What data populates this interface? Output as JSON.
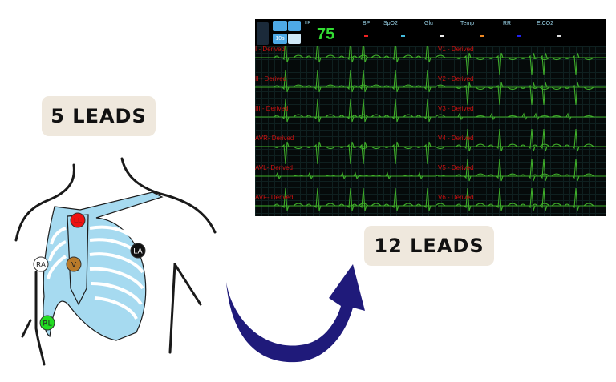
{
  "left": {
    "badge_label": "5 LEADS",
    "electrodes": [
      {
        "label": "LL",
        "color": "#ee1111",
        "text_color": "#222222"
      },
      {
        "label": "LA",
        "color": "#111111",
        "text_color": "#ffffff"
      },
      {
        "label": "RA",
        "color": "#ffffff",
        "text_color": "#222222"
      },
      {
        "label": "V",
        "color": "#b87a2a",
        "text_color": "#222222"
      },
      {
        "label": "RL",
        "color": "#22dd22",
        "text_color": "#222222"
      }
    ],
    "ribcage_color": "#a6daf0"
  },
  "right": {
    "badge_label": "12 LEADS",
    "monitor": {
      "hr_label": "HR",
      "hr_value": "75",
      "buttons": [
        "filter-icon",
        "scale-icon",
        "10s",
        "keyboard-icon"
      ],
      "params": [
        {
          "label": "BP",
          "value": "-",
          "color": "#ee2222"
        },
        {
          "label": "SpO2",
          "value": "-",
          "color": "#44bbdd"
        },
        {
          "label": "Glu",
          "value": "-",
          "color": "#eeeeee"
        },
        {
          "label": "Temp",
          "value": "-",
          "color": "#ee8822"
        },
        {
          "label": "RR",
          "value": "-",
          "color": "#2222ee"
        },
        {
          "label": "EtCO2",
          "value": "-",
          "color": "#dddddd"
        }
      ],
      "leads_left": [
        "I - Derived",
        "II - Derived",
        "III - Derived",
        "AVR- Derived",
        "AVL- Derived",
        "AVF- Derived"
      ],
      "leads_right": [
        "V1 - Derived",
        "V2 - Derived",
        "V3 - Derived",
        "V4 - Derived",
        "V5 - Derived",
        "V6 - Derived"
      ],
      "trace_color": "#3fae2a"
    }
  },
  "arrow_color": "#1f1a7a"
}
